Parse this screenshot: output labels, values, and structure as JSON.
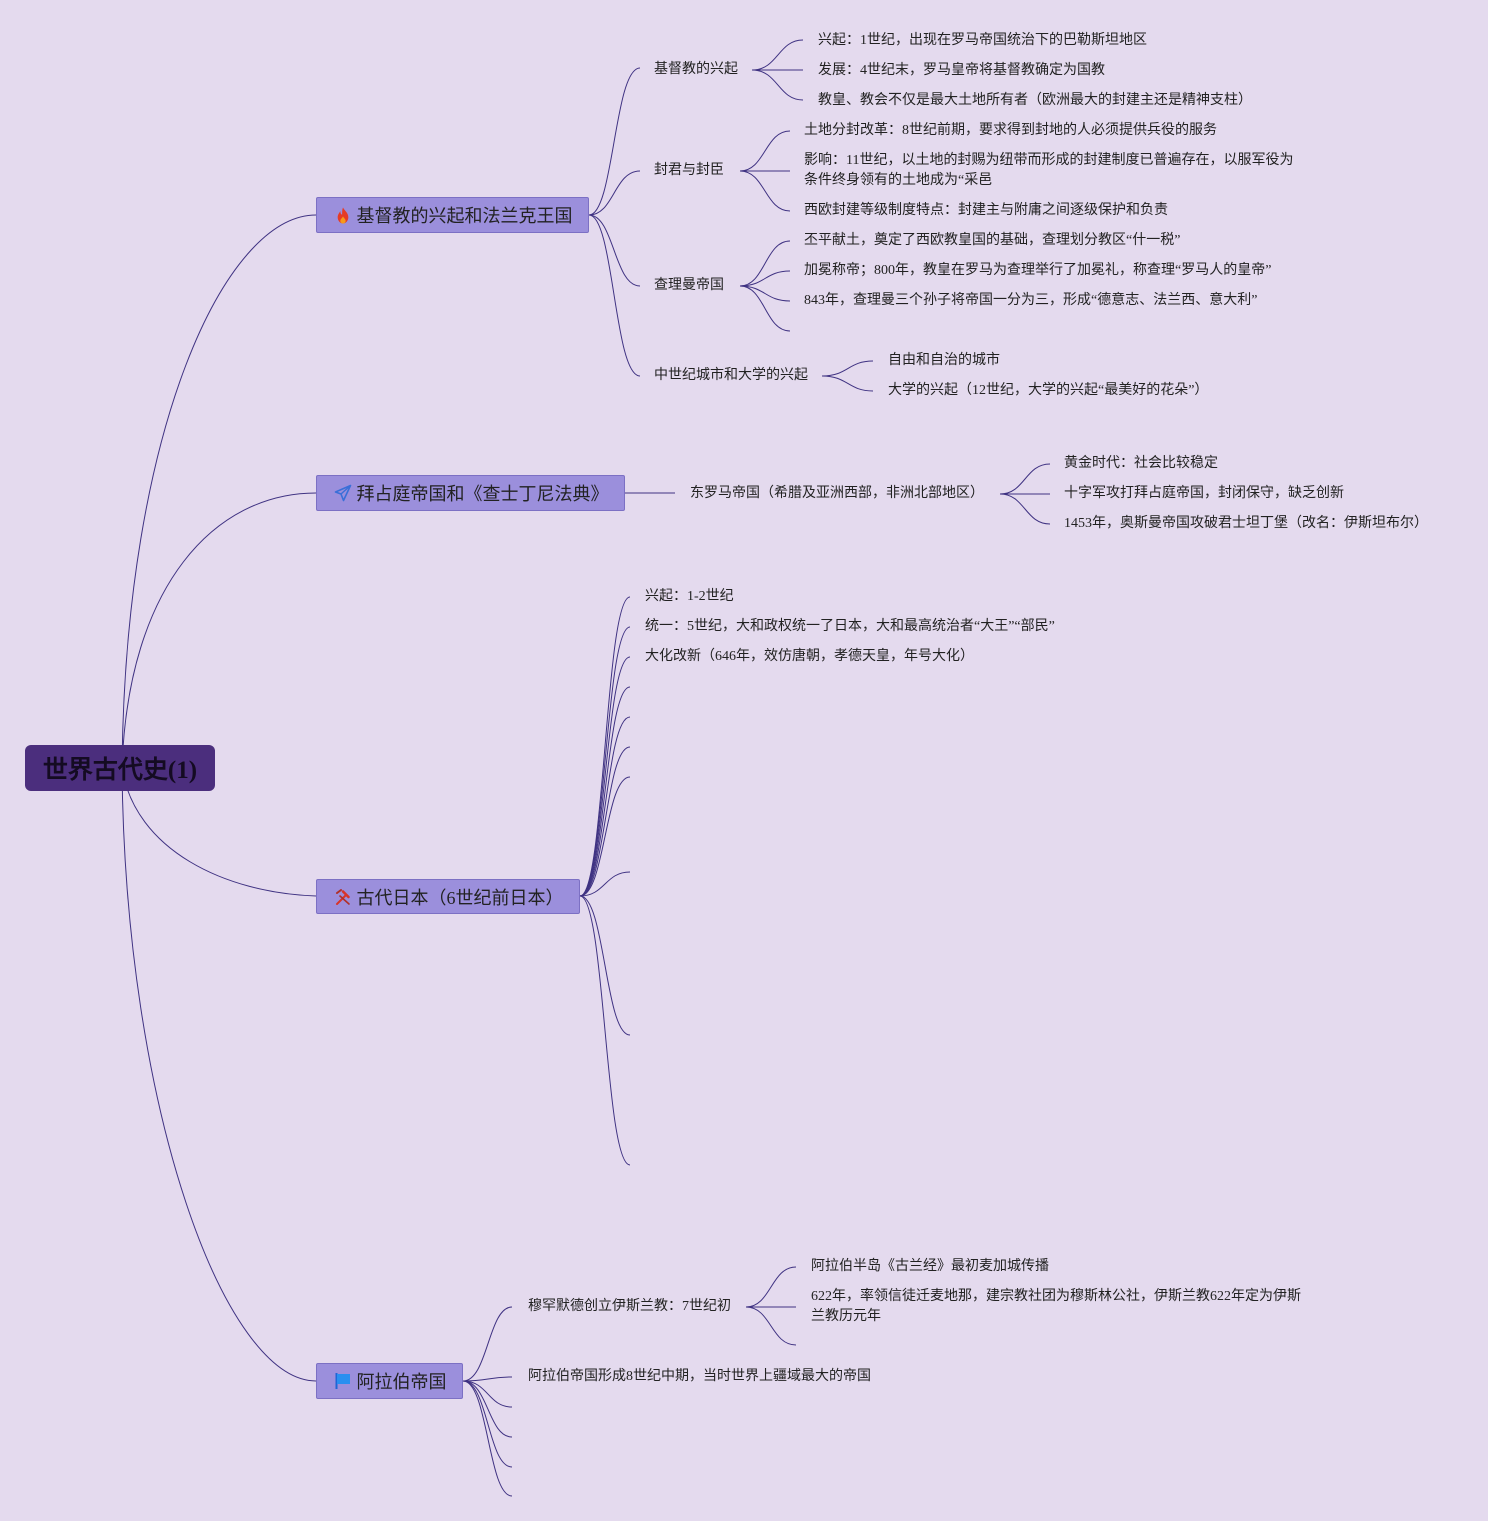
{
  "root": {
    "label": "世界古代史(1)"
  },
  "colors": {
    "background": "#e4daee",
    "root_fill": "#4b2e7d",
    "branch_fill": "#9b8fdc",
    "connector": "#3f3282"
  },
  "branches": [
    {
      "label": "基督教的兴起和法兰克王国",
      "icon": "fire-icon",
      "children": [
        {
          "label": "基督教的兴起",
          "children": [
            {
              "label": "兴起：1世纪，出现在罗马帝国统治下的巴勒斯坦地区"
            },
            {
              "label": "发展：4世纪末，罗马皇帝将基督教确定为国教"
            },
            {
              "label": "教皇、教会不仅是最大土地所有者（欧洲最大的封建主还是精神支柱）"
            }
          ]
        },
        {
          "label": "封君与封臣",
          "children": [
            {
              "label": "土地分封改革：8世纪前期，要求得到封地的人必须提供兵役的服务"
            },
            {
              "label": "影响：11世纪，以土地的封赐为纽带而形成的封建制度已普遍存在，以服军役为\n条件终身领有的土地成为“采邑"
            },
            {
              "label": "西欧封建等级制度特点：封建主与附庸之间逐级保护和负责"
            }
          ]
        },
        {
          "label": "查理曼帝国",
          "children": [
            {
              "label": "丕平献土，奠定了西欧教皇国的基础，查理划分教区“什一税”"
            },
            {
              "label": "加冕称帝；800年，教皇在罗马为查理举行了加冕礼，称查理“罗马人的皇帝”"
            },
            {
              "label": "843年，查理曼三个孙子将帝国一分为三，形成“德意志、法兰西、意大利”"
            }
          ]
        },
        {
          "label": "中世纪城市和大学的兴起",
          "children": [
            {
              "label": "自由和自治的城市"
            },
            {
              "label": "大学的兴起（12世纪，大学的兴起“最美好的花朵”）"
            }
          ]
        }
      ]
    },
    {
      "label": "拜占庭帝国和《查士丁尼法典》",
      "icon": "paper-plane-icon",
      "children": [
        {
          "label": "东罗马帝国（希腊及亚洲西部，非洲北部地区）",
          "children": [
            {
              "label": "黄金时代：社会比较稳定"
            },
            {
              "label": "十字军攻打拜占庭帝国，封闭保守，缺乏创新"
            },
            {
              "label": "1453年，奥斯曼帝国攻破君士坦丁堡（改名：伊斯坦布尔）"
            }
          ]
        }
      ]
    },
    {
      "label": "古代日本（6世纪前日本）",
      "icon": "tools-icon",
      "children": [
        {
          "label": "兴起：1-2世纪"
        },
        {
          "label": "统一：5世纪，大和政权统一了日本，大和最高统治者“大王”“部民”"
        },
        {
          "label": "大化改新（646年，效仿唐朝，孝德天皇，年号大化）"
        }
      ]
    },
    {
      "label": "阿拉伯帝国",
      "icon": "flag-icon",
      "children": [
        {
          "label": "穆罕默德创立伊斯兰教：7世纪初",
          "children": [
            {
              "label": "阿拉伯半岛《古兰经》最初麦加城传播"
            },
            {
              "label": "622年，率领信徒迁麦地那，建宗教社团为穆斯林公社，伊斯兰教622年定为伊斯\n兰教历元年"
            }
          ]
        },
        {
          "label": "阿拉伯帝国形成8世纪中期，当时世界上疆域最大的帝国"
        }
      ]
    }
  ]
}
